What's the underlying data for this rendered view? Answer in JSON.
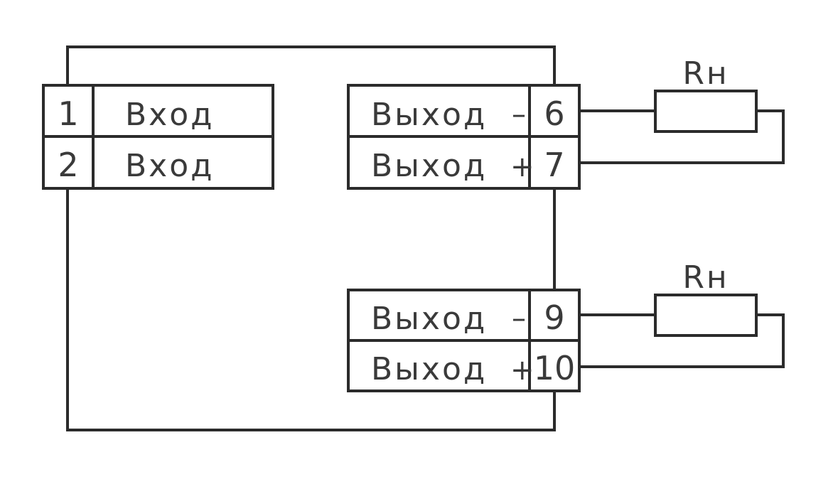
{
  "input_block": {
    "rows": [
      {
        "terminal": "1",
        "label": "Вход"
      },
      {
        "terminal": "2",
        "label": "Вход"
      }
    ]
  },
  "output_block_1": {
    "rows": [
      {
        "label": "Выход",
        "sign": "–",
        "terminal": "6"
      },
      {
        "label": "Выход",
        "sign": "+",
        "terminal": "7"
      }
    ]
  },
  "output_block_2": {
    "rows": [
      {
        "label": "Выход",
        "sign": "–",
        "terminal": "9"
      },
      {
        "label": "Выход",
        "sign": "+",
        "terminal": "10"
      }
    ]
  },
  "loads": [
    {
      "label": "Rн"
    },
    {
      "label": "Rн"
    }
  ]
}
